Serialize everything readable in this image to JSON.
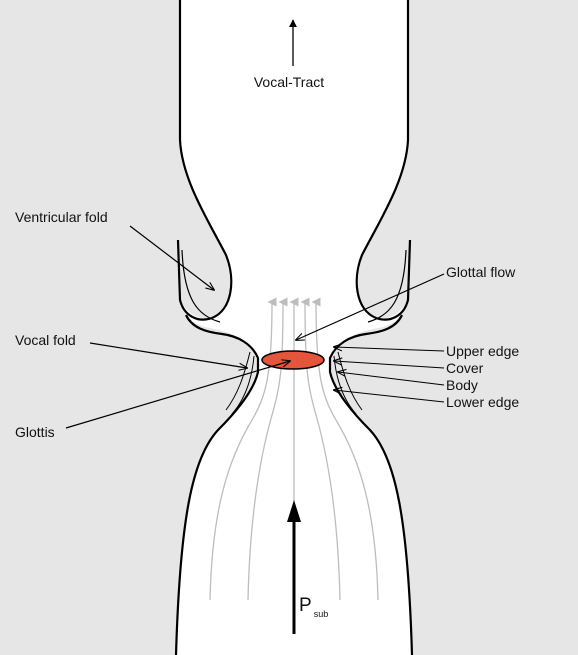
{
  "title": "",
  "labels": {
    "vocal_tract": "Vocal-Tract",
    "ventricular_fold": "Ventricular fold",
    "glottal_flow": "Glottal flow",
    "vocal_fold": "Vocal fold",
    "upper_edge": "Upper edge",
    "cover": "Cover",
    "body": "Body",
    "lower_edge": "Lower edge",
    "glottis": "Glottis",
    "p_main": "P",
    "p_sub": "sub"
  },
  "colors": {
    "tissue_background": "#e6e6e6",
    "airway": "#ffffff",
    "outline": "#000000",
    "flow_lines": "#b5b5b5",
    "glottis_fill": "#e4553b"
  }
}
